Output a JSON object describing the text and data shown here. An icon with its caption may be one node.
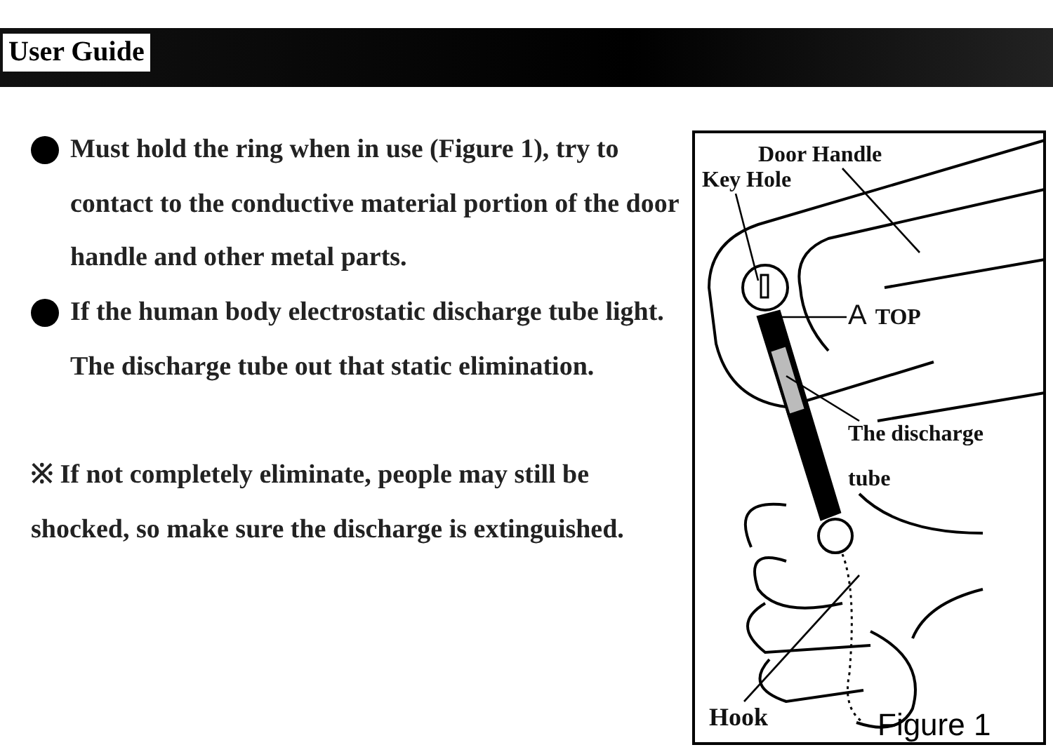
{
  "diagram": {
    "title": "User Guide",
    "caption": "Figure 1",
    "nodes": [
      {
        "text": [
          "Door Handle"
        ]
      },
      {
        "text": [
          "Key Hole"
        ]
      },
      {
        "text": [
          "A",
          "TOP"
        ]
      },
      {
        "text": [
          "The discharge tube"
        ]
      },
      {
        "text": [
          "Hook"
        ]
      }
    ],
    "edges": [
      {
        "from": 0,
        "to": null,
        "arrow": "none"
      },
      {
        "from": 1,
        "to": null,
        "arrow": "none"
      },
      {
        "from": 2,
        "to": null,
        "arrow": "none"
      },
      {
        "from": 3,
        "to": null,
        "arrow": "none"
      },
      {
        "from": 4,
        "to": null,
        "arrow": "none"
      }
    ],
    "labels": [
      "Must hold the ring when in use (Figure 1), try to contact to the conductive material portion of the door handle and other metal parts.",
      "If the human body electrostatic discharge tube light. The discharge tube out that static elimination.",
      "※ If not completely eliminate, people may still be shocked, so make sure the discharge is extinguished."
    ]
  }
}
